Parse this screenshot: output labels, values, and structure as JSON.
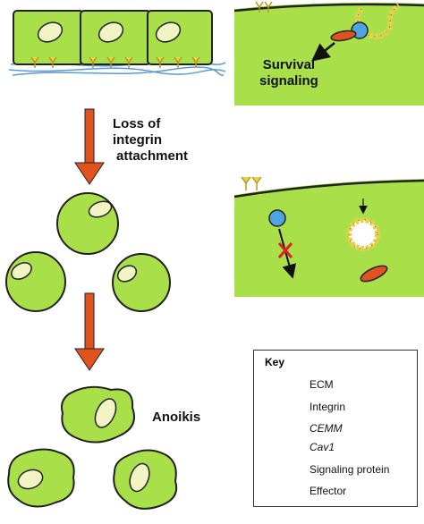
{
  "labels": {
    "loss_line1": "Loss of",
    "loss_line2": "integrin",
    "loss_line3": "attachment",
    "anoikis": "Anoikis",
    "survival_line1": "Survival",
    "survival_line2": "signaling"
  },
  "key": {
    "title": "Key",
    "items": [
      {
        "label": "ECM",
        "icon": "ecm-fibers-icon",
        "italic": false
      },
      {
        "label": "Integrin",
        "icon": "integrin-icon",
        "italic": false
      },
      {
        "label": "CEMM",
        "icon": "cemm-icon",
        "italic": true
      },
      {
        "label": "Cav1",
        "icon": "cav1-dot-icon",
        "italic": true
      },
      {
        "label": "Signaling protein",
        "icon": "signaling-protein-icon",
        "italic": false
      },
      {
        "label": "Effector",
        "icon": "effector-icon",
        "italic": false
      }
    ]
  },
  "colors": {
    "cell": "#a9e04a",
    "cell_dark": "#8cc63c",
    "nucleus": "#f3f4c4",
    "arrow": "#e0531f",
    "ecm": "#5b9bd5",
    "integrin": "#e8d04a",
    "signaling": "#4fa3e0",
    "effector": "#e0521f",
    "cav1": "#c0392b",
    "inhibit": "#e02020"
  }
}
